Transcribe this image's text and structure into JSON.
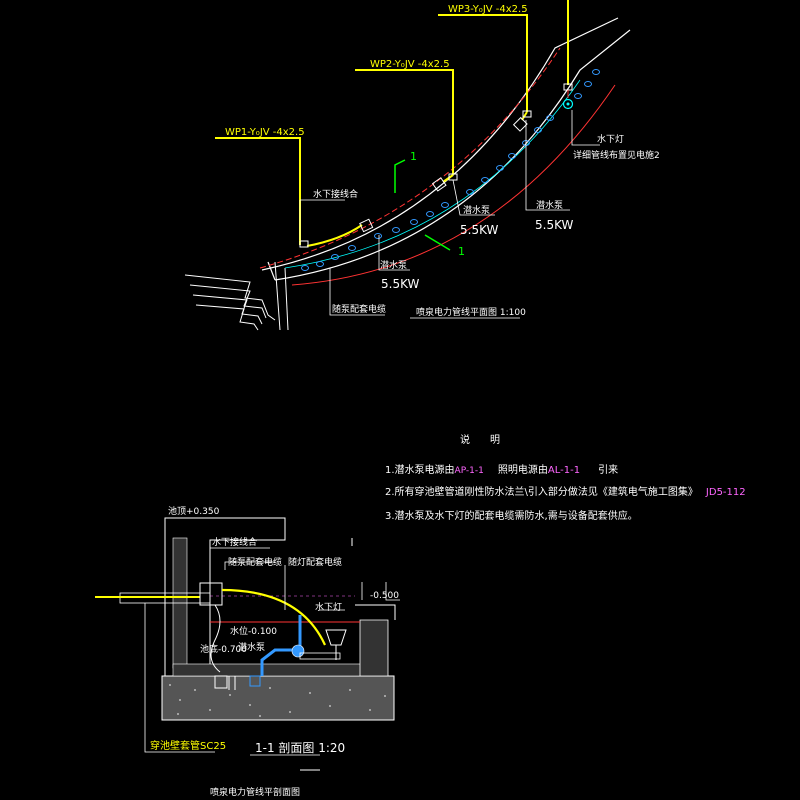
{
  "plan": {
    "feeders": [
      "WP1-Y₀JV -4x2.5",
      "WP2-Y₀JV -4x2.5",
      "WP3-Y₀JV -4x2.5"
    ],
    "junction_label": "水下接线合",
    "pumps": [
      {
        "label": "潜水泵",
        "power": "5.5KW"
      },
      {
        "label": "潜水泵",
        "power": "5.5KW"
      },
      {
        "label": "潜水泵",
        "power": "5.5KW"
      }
    ],
    "lamp_label": "水下灯",
    "lamp_note": "详细管线布置见电施2",
    "cable_label": "随泵配套电缆",
    "section_marks": [
      "1",
      "1"
    ],
    "title": "喷泉电力管线平面图 1:100"
  },
  "notes": {
    "heading": "说　　明",
    "items": [
      {
        "prefix": "1.潜水泵电源由",
        "code1": "AP-1-1",
        "mid": "照明电源由",
        "code2": "AL-1-1",
        "suffix": "引来"
      },
      {
        "prefix": "2.所有穿池壁管道刚性防水法兰\\引入部分做法见《建筑电气施工图集》",
        "code1": "JD5-112"
      },
      {
        "prefix": "3.潜水泵及水下灯的配套电缆需防水,需与设备配套供应。"
      }
    ]
  },
  "section": {
    "top_level": "池顶+0.350",
    "junction_label": "水下接线合",
    "pump_cable": "随泵配套电缆",
    "lamp_cable": "随灯配套电缆",
    "lamp_label": "水下灯",
    "water_level": "水位-0.100",
    "bottom_level": "池底-0.700",
    "pump_label": "潜水泵",
    "right_level": "-0.500",
    "sleeve_label": "穿池壁套管SC25",
    "title": "1-1 剖面图 1:20",
    "bottom_title": "喷泉电力管线平剖面图"
  },
  "colors": {
    "yellow": "#ffff00",
    "white": "#ffffff",
    "green": "#00ff00",
    "red": "#ff3333",
    "blue": "#3399ff",
    "cyan": "#00ffff",
    "magenta": "#ff66ff"
  }
}
